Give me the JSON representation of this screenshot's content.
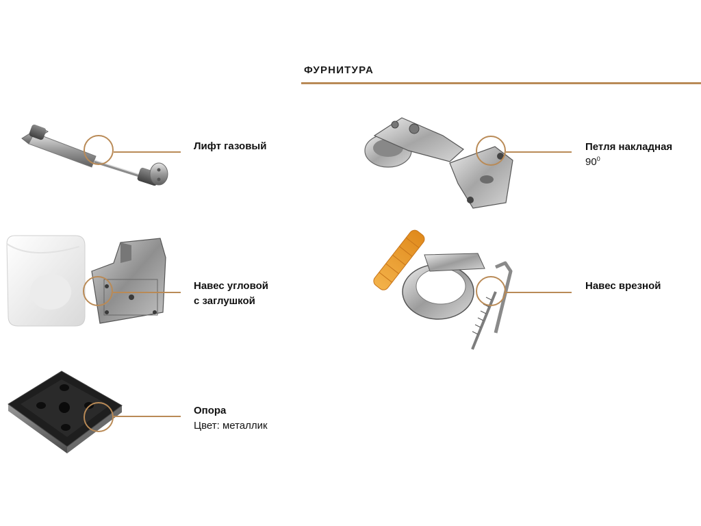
{
  "section": {
    "title": "ФУРНИТУРА"
  },
  "colors": {
    "accent": "#b98a56"
  },
  "items": [
    {
      "id": "gas-lift",
      "name_lines": [
        "Лифт газовый"
      ]
    },
    {
      "id": "corner-hanger",
      "name_lines": [
        "Навес угловой",
        "с заглушкой"
      ]
    },
    {
      "id": "support",
      "name_lines": [
        "Опора"
      ],
      "detail": "Цвет: металлик"
    },
    {
      "id": "overlay-hinge",
      "name_lines": [
        "Петля накладная"
      ],
      "detail_value": "90",
      "detail_sup": "0"
    },
    {
      "id": "mortise-hanger",
      "name_lines": [
        "Навес врезной"
      ]
    }
  ]
}
